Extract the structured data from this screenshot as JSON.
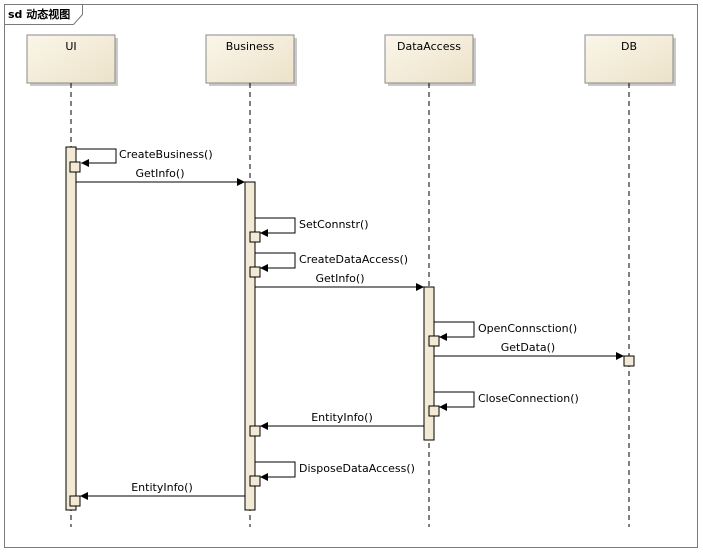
{
  "diagram": {
    "frame_title": "sd 动态视图",
    "lifelines": [
      {
        "id": "ui",
        "name": "UI"
      },
      {
        "id": "business",
        "name": "Business"
      },
      {
        "id": "dataaccess",
        "name": "DataAccess"
      },
      {
        "id": "db",
        "name": "DB"
      }
    ],
    "messages": [
      {
        "id": "create-business",
        "label": "CreateBusiness()",
        "from": "ui",
        "to": "ui",
        "kind": "self"
      },
      {
        "id": "getinfo-1",
        "label": "GetInfo()",
        "from": "ui",
        "to": "business",
        "kind": "call"
      },
      {
        "id": "setconnstr",
        "label": "SetConnstr()",
        "from": "business",
        "to": "business",
        "kind": "self"
      },
      {
        "id": "create-dataaccess",
        "label": "CreateDataAccess()",
        "from": "business",
        "to": "business",
        "kind": "self"
      },
      {
        "id": "getinfo-2",
        "label": "GetInfo()",
        "from": "business",
        "to": "dataaccess",
        "kind": "call"
      },
      {
        "id": "open-connection",
        "label": "OpenConnsction()",
        "from": "dataaccess",
        "to": "dataaccess",
        "kind": "self"
      },
      {
        "id": "getdata",
        "label": "GetData()",
        "from": "dataaccess",
        "to": "db",
        "kind": "call"
      },
      {
        "id": "close-connection",
        "label": "CloseConnection()",
        "from": "dataaccess",
        "to": "dataaccess",
        "kind": "self"
      },
      {
        "id": "entityinfo-1",
        "label": "EntityInfo()",
        "from": "dataaccess",
        "to": "business",
        "kind": "return"
      },
      {
        "id": "dispose-dataaccess",
        "label": "DisposeDataAccess()",
        "from": "business",
        "to": "business",
        "kind": "self"
      },
      {
        "id": "entityinfo-2",
        "label": "EntityInfo()",
        "from": "business",
        "to": "ui",
        "kind": "return"
      }
    ]
  }
}
